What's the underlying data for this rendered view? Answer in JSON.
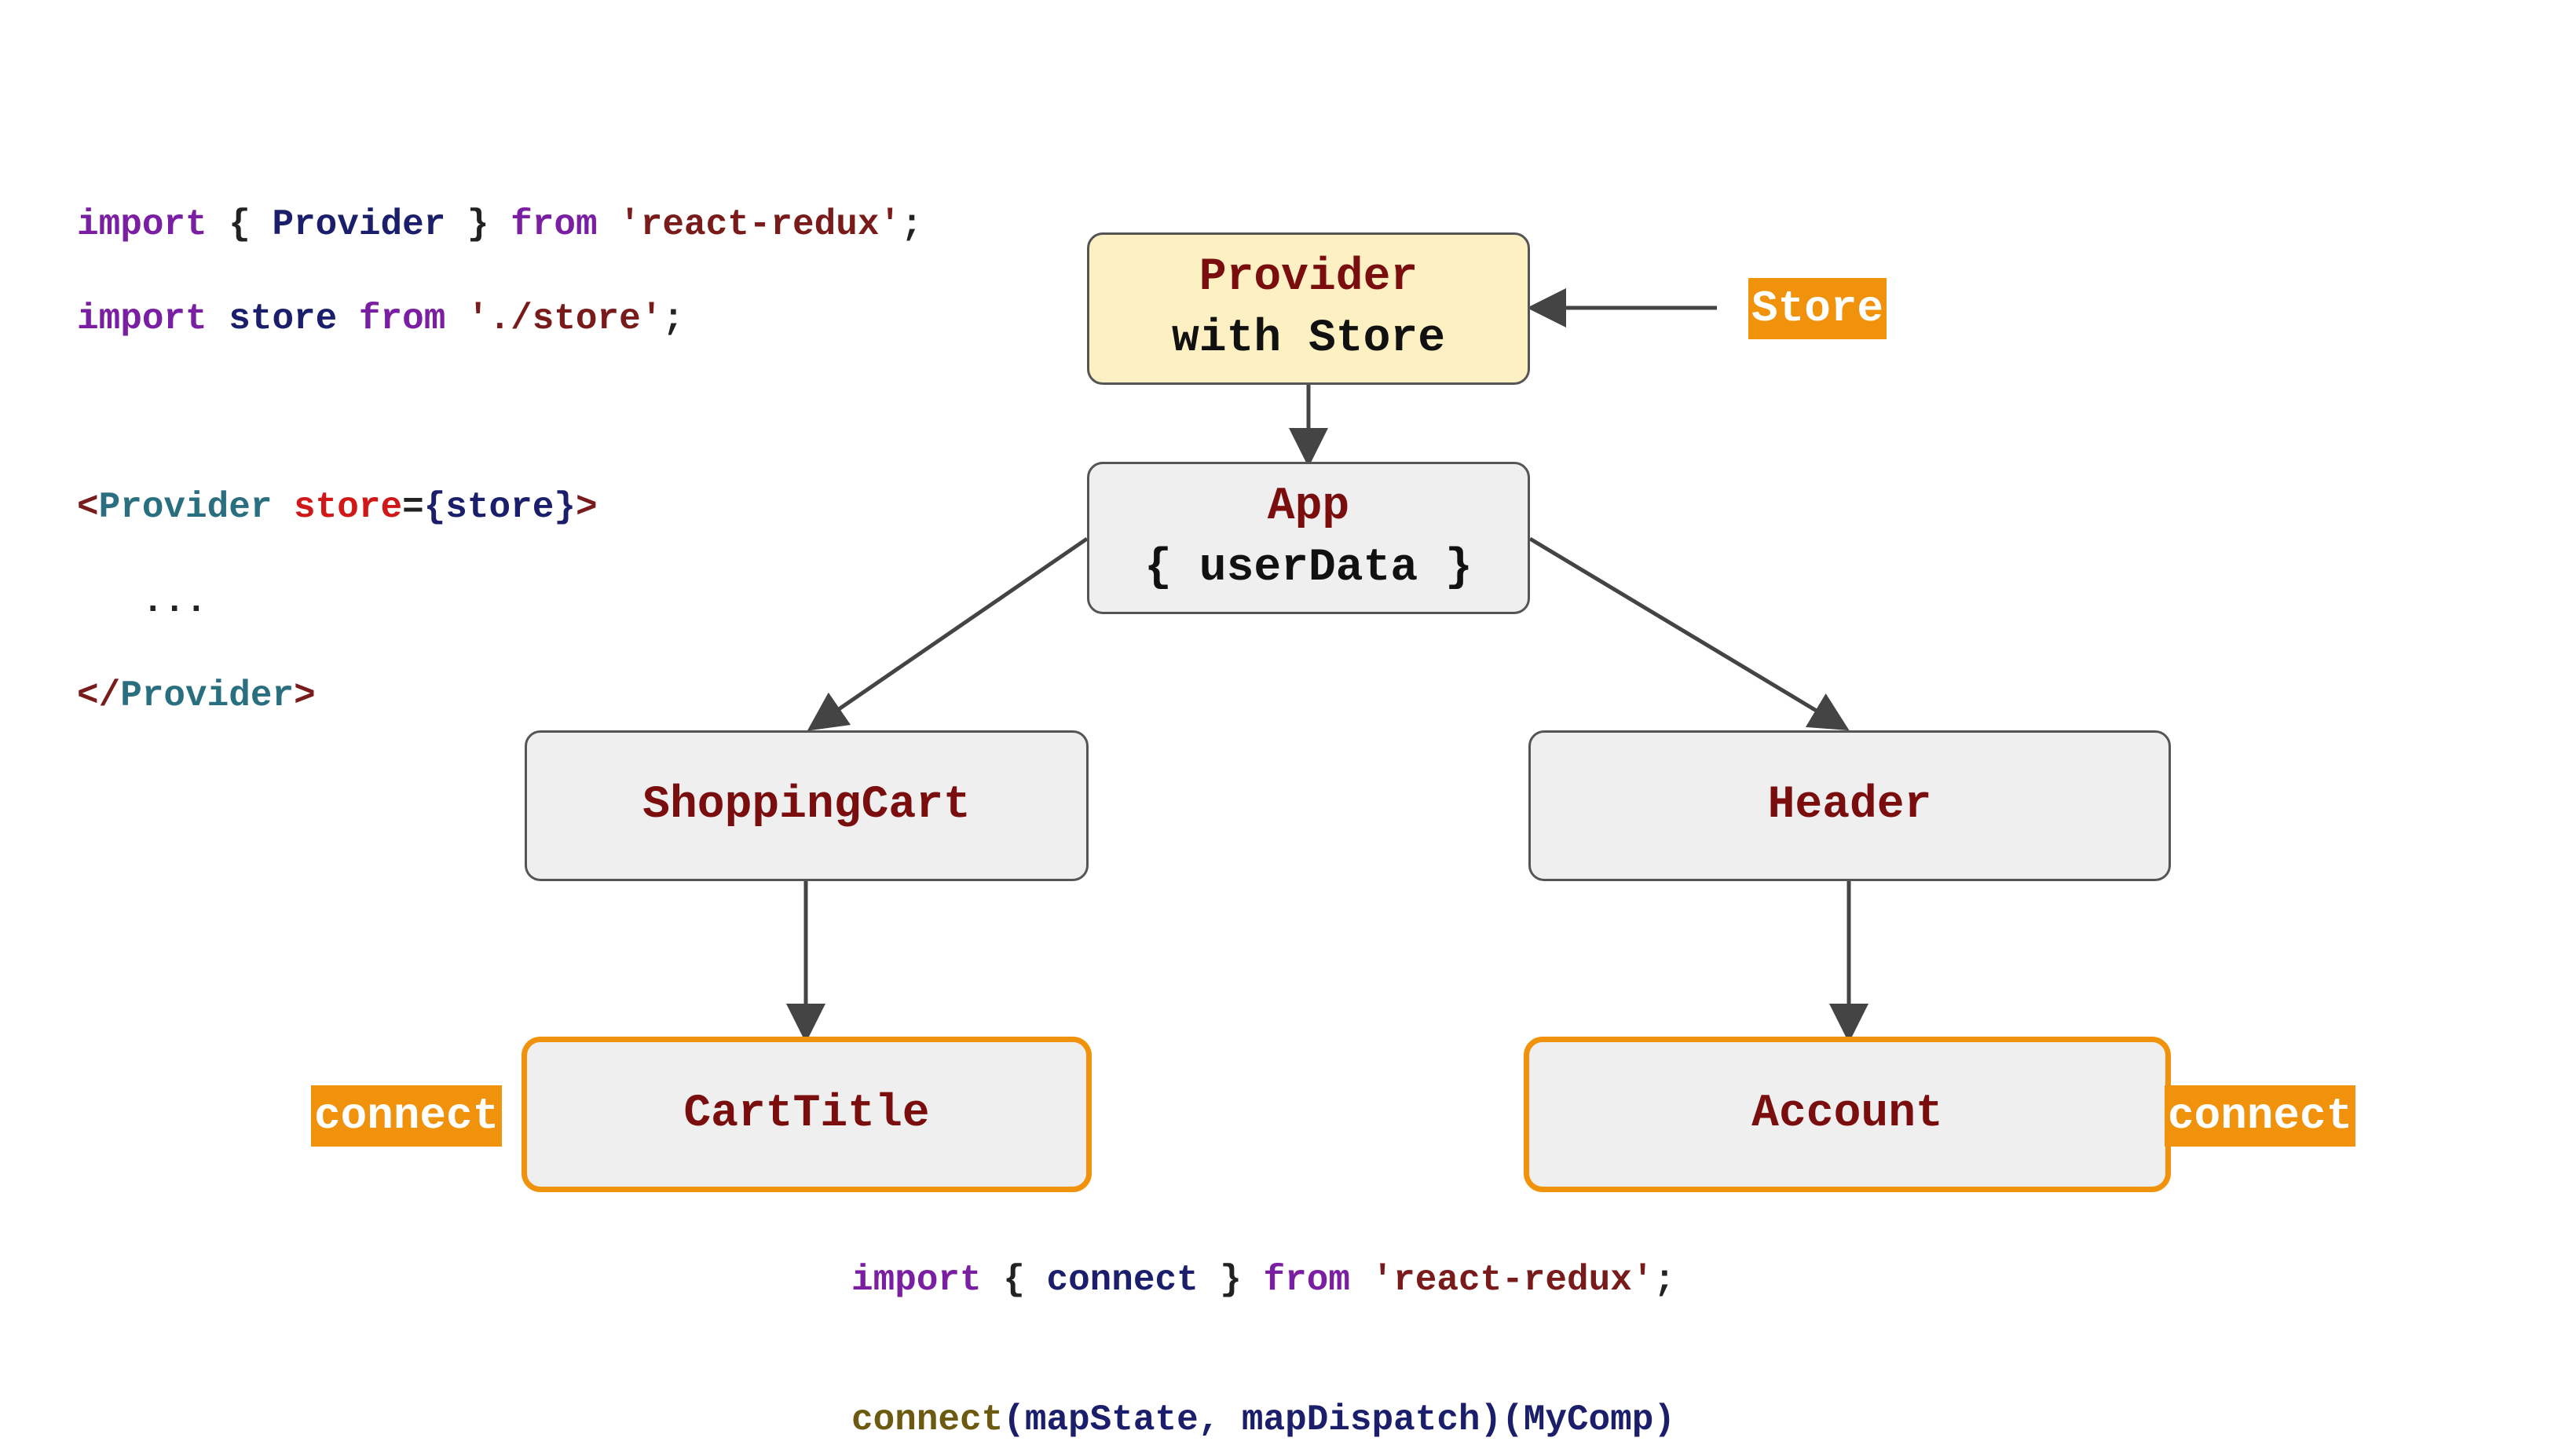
{
  "code_top": {
    "line1": {
      "kw": "import",
      "open": " { ",
      "ident": "Provider",
      "close": " } ",
      "from": "from",
      "str": " 'react-redux'",
      "end": ";"
    },
    "line2": {
      "kw": "import",
      "ident": " store ",
      "from": "from",
      "str": " './store'",
      "end": ";"
    },
    "line3": {
      "lt": "<",
      "tagname": "Provider",
      "attr": " store",
      "eq": "=",
      "val": "{store}",
      "gt": ">"
    },
    "line4": "   ...",
    "line5": {
      "lt": "</",
      "tagname": "Provider",
      "gt": ">"
    }
  },
  "nodes": {
    "provider": {
      "name": "Provider",
      "sub": "with Store"
    },
    "app": {
      "name": "App",
      "sub": "{ userData }"
    },
    "shopping_cart": {
      "name": "ShoppingCart"
    },
    "header": {
      "name": "Header"
    },
    "cart_title": {
      "name": "CartTitle"
    },
    "account": {
      "name": "Account"
    }
  },
  "badges": {
    "store": "Store",
    "connect_left": "connect",
    "connect_right": "connect"
  },
  "code_bottom": {
    "import_line": {
      "kw": "import",
      "open": " { ",
      "ident": "connect",
      "close": " } ",
      "from": "from",
      "str": " 'react-redux'",
      "end": ";"
    },
    "connect_line": {
      "fn": "connect",
      "args": "(mapState, mapDispatch)",
      "comp": "(MyComp)"
    }
  },
  "colors": {
    "accent": "#f0920c",
    "node_bg": "#efefef",
    "provider_bg": "#fdf1c3",
    "node_name": "#7a0e0e",
    "edge": "#444444"
  }
}
